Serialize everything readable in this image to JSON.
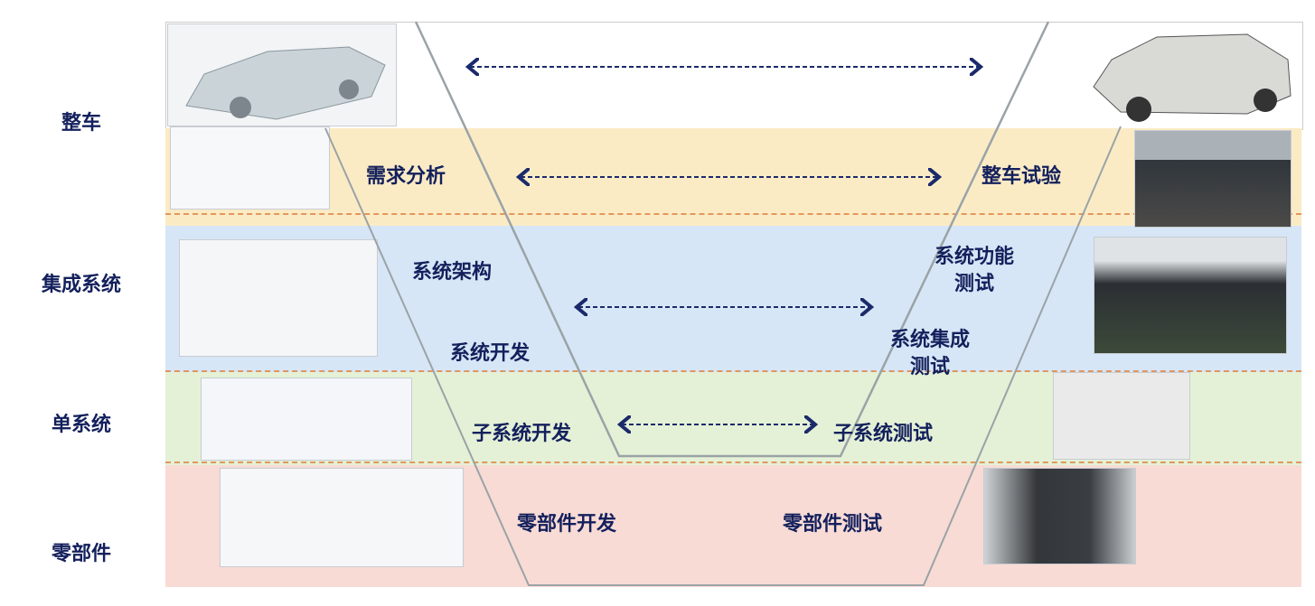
{
  "levels": [
    "整车",
    "集成系统",
    "单系统",
    "零部件"
  ],
  "left_stages": [
    "需求分析",
    "系统架构",
    "系统开发",
    "子系统开发",
    "零部件开发"
  ],
  "right_stages": [
    "整车试验",
    "系统功能\n测试",
    "系统集成\n测试",
    "子系统测试",
    "零部件测试"
  ],
  "colors": {
    "band_top": "#ffffff",
    "band_vehicle": "#fbebc5",
    "band_system": "#d6e6f6",
    "band_subsystem": "#e4f1d6",
    "band_component": "#f8dbd5",
    "text": "#13205c",
    "dash": "#e0894a",
    "arrow": "#1b2a6b",
    "v_line": "#9aa3a6"
  }
}
